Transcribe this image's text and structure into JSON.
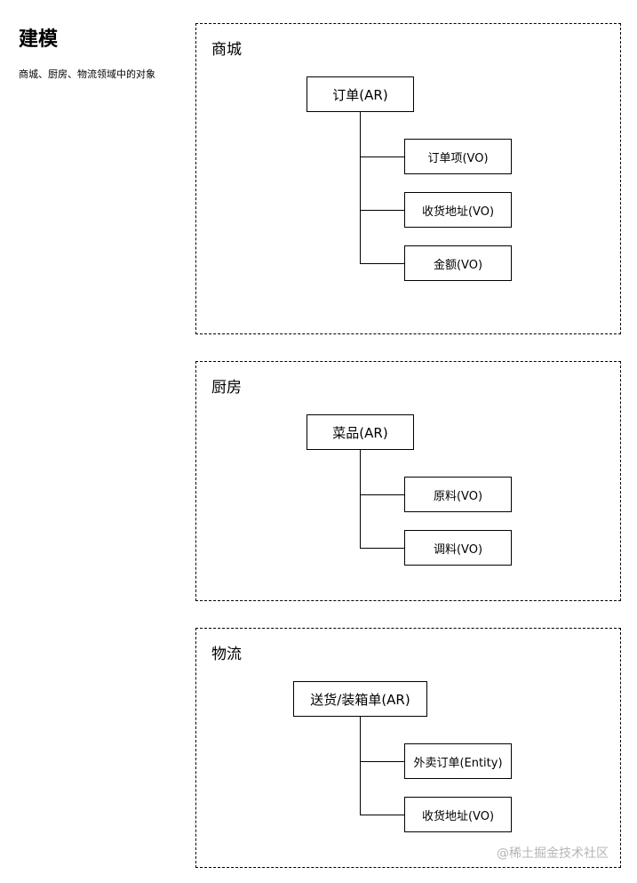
{
  "page": {
    "title": "建模",
    "subtitle": "商城、厨房、物流领域中的对象"
  },
  "domains": [
    {
      "title": "商城",
      "root": "订单(AR)",
      "children": [
        "订单项(VO)",
        "收货地址(VO)",
        "金额(VO)"
      ]
    },
    {
      "title": "厨房",
      "root": "菜品(AR)",
      "children": [
        "原料(VO)",
        "调料(VO)"
      ]
    },
    {
      "title": "物流",
      "root": "送货/装箱单(AR)",
      "children": [
        "外卖订单(Entity)",
        "收货地址(VO)"
      ]
    }
  ],
  "watermark": "@稀土掘金技术社区"
}
